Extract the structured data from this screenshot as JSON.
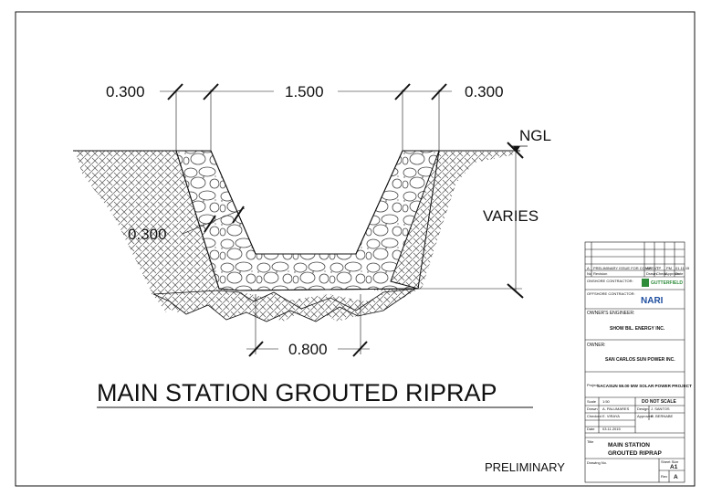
{
  "drawing": {
    "title": "MAIN STATION GROUTED RIPRAP",
    "status": "PRELIMINARY",
    "dimensions": {
      "left_top_width": "0.300",
      "channel_top_width": "1.500",
      "right_top_width": "0.300",
      "lining_thickness": "0.300",
      "bottom_width": "0.800",
      "depth": "VARIES",
      "ground_level": "NGL"
    }
  },
  "title_block": {
    "revision_row": {
      "rev": "A",
      "description": "PRELIMINARY ISSUE FOR COMMENT",
      "by": "AP",
      "chk": "TP",
      "app": "PM",
      "date": "01.11.15"
    },
    "rev_header": {
      "rev": "No",
      "description": "Revision",
      "by": "Drawn",
      "chk": "Check",
      "app": "Approve",
      "date": "Date"
    },
    "onshore_contractor_label": "ONSHORE CONTRACTOR:",
    "onshore_contractor_logo": "GUTTERFIELD",
    "offshore_contractor_label": "OFFSHORE CONTRACTOR:",
    "offshore_contractor_logo": "NARI",
    "owners_engineer_label": "OWNER'S ENGINEER:",
    "owners_engineer": "SHOW BIL. ENERGY INC.",
    "owner_label": "OWNER:",
    "owner": "SAN CARLOS SUN POWER INC.",
    "project_label": "Project",
    "project": "SACASUN 59.00 MW SOLAR POWER PROJECT",
    "scale_label": "Scale",
    "scale": "1:50",
    "do_not_scale": "DO NOT SCALE",
    "drawn_label": "Drawn",
    "drawn": "A. PALUMARES",
    "design_label": "Design",
    "design": "J. SANTOS",
    "checked_label": "Checked",
    "checked": "E. VIRAYA",
    "approved_label": "Approved",
    "approved": "R. BERNABE",
    "date_label": "Date",
    "date": "03.11.2015",
    "title_label": "Title",
    "title_line1": "MAIN STATION",
    "title_line2": "GROUTED RIPRAP",
    "drawing_no_label": "Drawing No.",
    "sheet_size_label": "Sheet Size",
    "sheet_size": "A1",
    "rev_label": "Rev",
    "rev": "A"
  }
}
